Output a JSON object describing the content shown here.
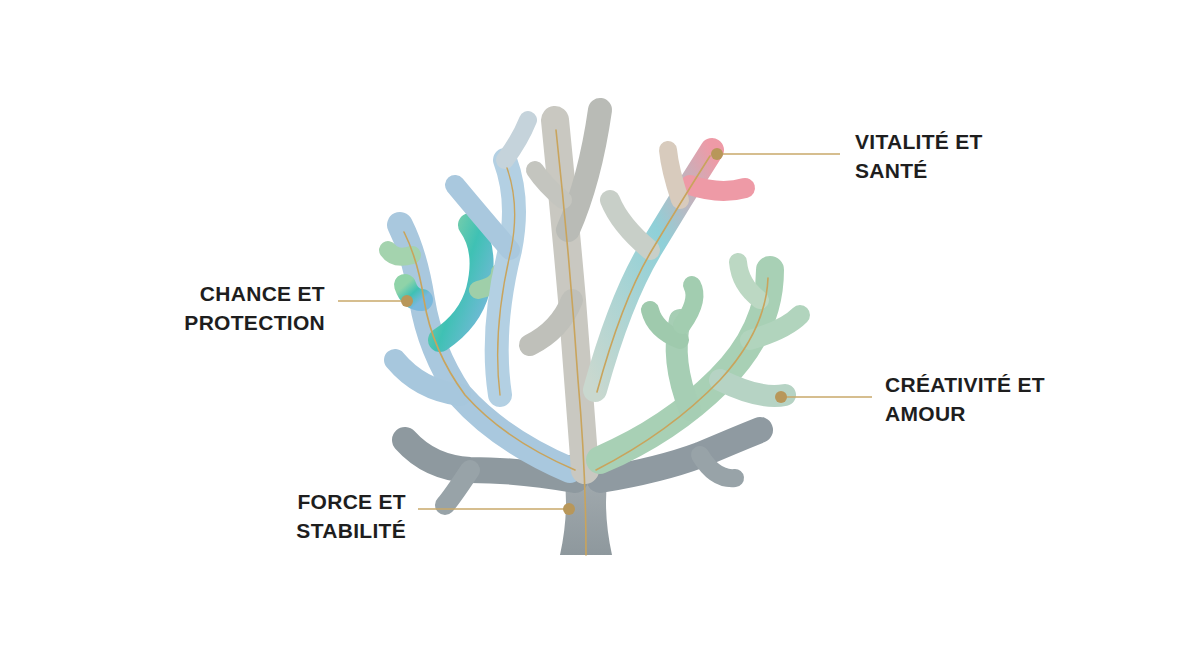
{
  "diagram": {
    "labels": [
      "VITALITÉ ET SANTÉ",
      "CHANCE ET PROTECTION",
      "CRÉATIVITÉ ET AMOUR",
      "FORCE ET STABILITÉ"
    ]
  }
}
